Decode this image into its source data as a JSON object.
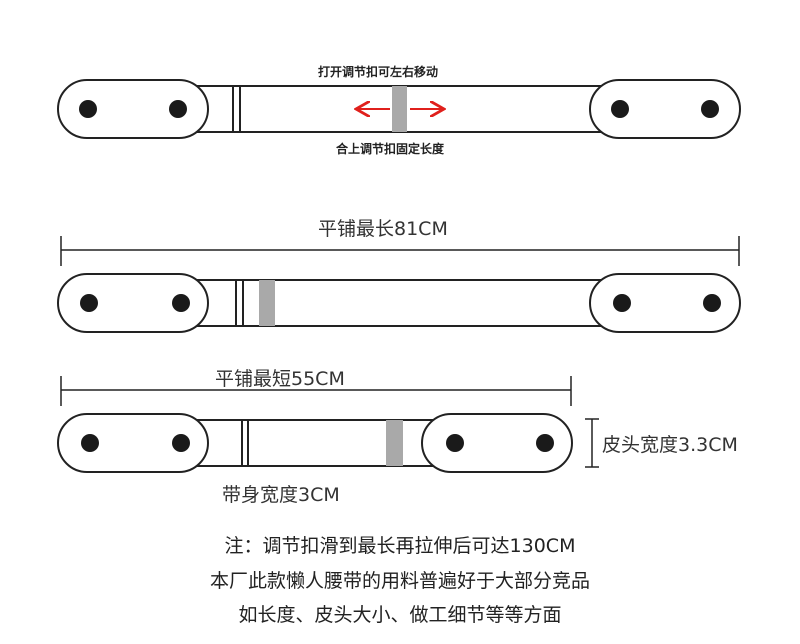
{
  "labels": {
    "adjust_open": "打开调节扣可左右移动",
    "adjust_close": "合上调节扣固定长度",
    "max_length": "平铺最长81CM",
    "min_length": "平铺最短55CM",
    "head_width": "皮头宽度3.3CM",
    "band_width": "带身宽度3CM"
  },
  "notes": [
    "注：调节扣滑到最长再拉伸后可达130CM",
    "本厂此款懒人腰带的用料普遍好于大部分竞品",
    "如长度、皮头大小、做工细节等等方面"
  ],
  "colors": {
    "outline": "#222222",
    "slider": "#a9a9a9",
    "arrow": "#e0201c",
    "dot": "#1a1a1a"
  }
}
